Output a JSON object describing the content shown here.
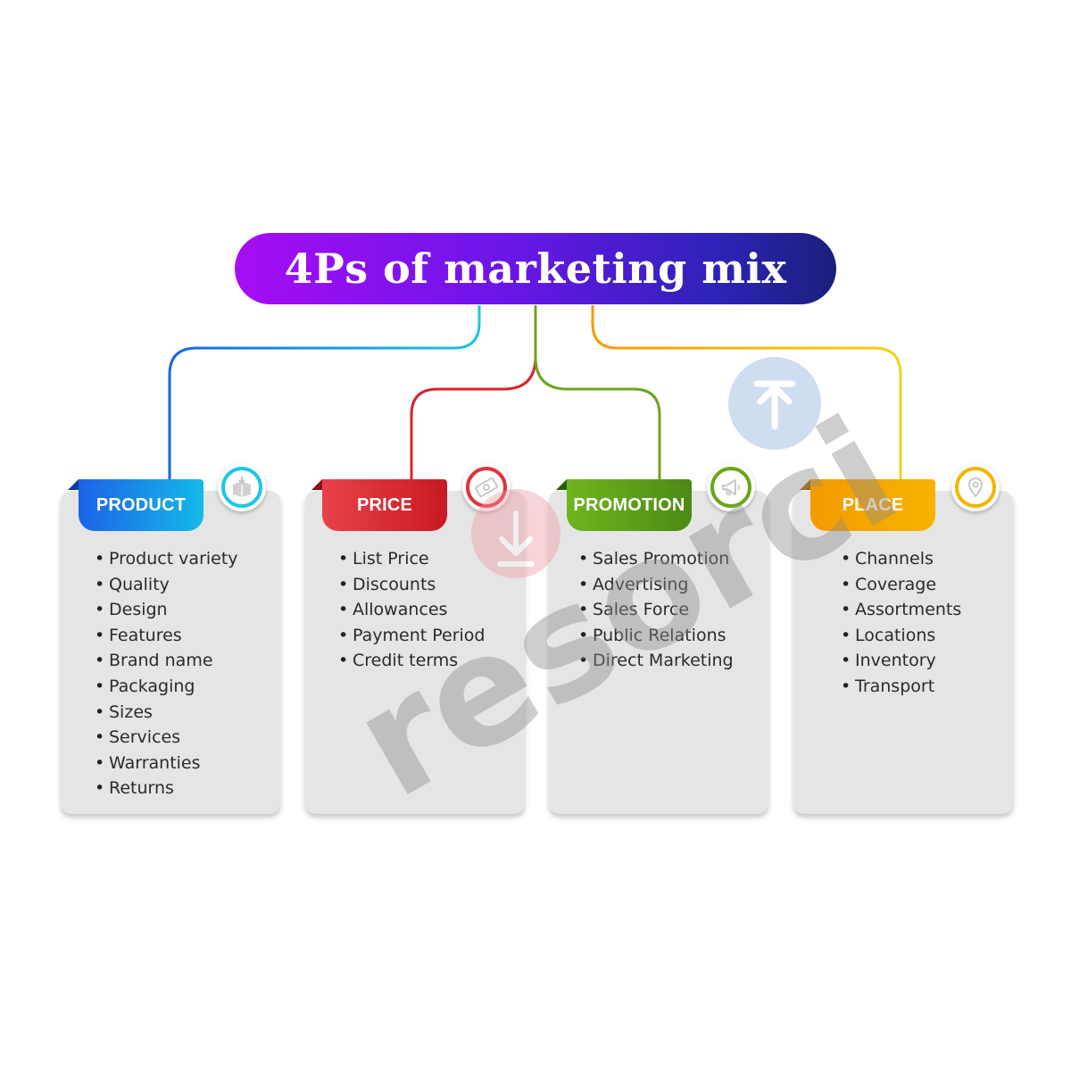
{
  "title": "4Ps of marketing mix",
  "colors": {
    "title_gradient": [
      "#a70df5",
      "#6a16e8",
      "#2e23b8",
      "#1b1f7a"
    ],
    "product": "#1d6fe8",
    "price": "#d9232d",
    "promotion": "#5a9e1c",
    "place": "#f5a300"
  },
  "columns": [
    {
      "label": "PRODUCT",
      "icon": "box-icon",
      "items": [
        "Product variety",
        "Quality",
        "Design",
        "Features",
        "Brand name",
        "Packaging",
        "Sizes",
        "Services",
        "Warranties",
        "Returns"
      ]
    },
    {
      "label": "PRICE",
      "icon": "money-icon",
      "items": [
        "List Price",
        "Discounts",
        "Allowances",
        "Payment Period",
        "Credit terms"
      ]
    },
    {
      "label": "PROMOTION",
      "icon": "megaphone-icon",
      "items": [
        "Sales Promotion",
        "Advertising",
        "Sales Force",
        "Public Relations",
        "Direct Marketing"
      ]
    },
    {
      "label": "PLACE",
      "icon": "location-pin-icon",
      "items": [
        "Channels",
        "Coverage",
        "Assortments",
        "Locations",
        "Inventory",
        "Transport"
      ]
    }
  ],
  "watermark": {
    "text": "resorci"
  }
}
